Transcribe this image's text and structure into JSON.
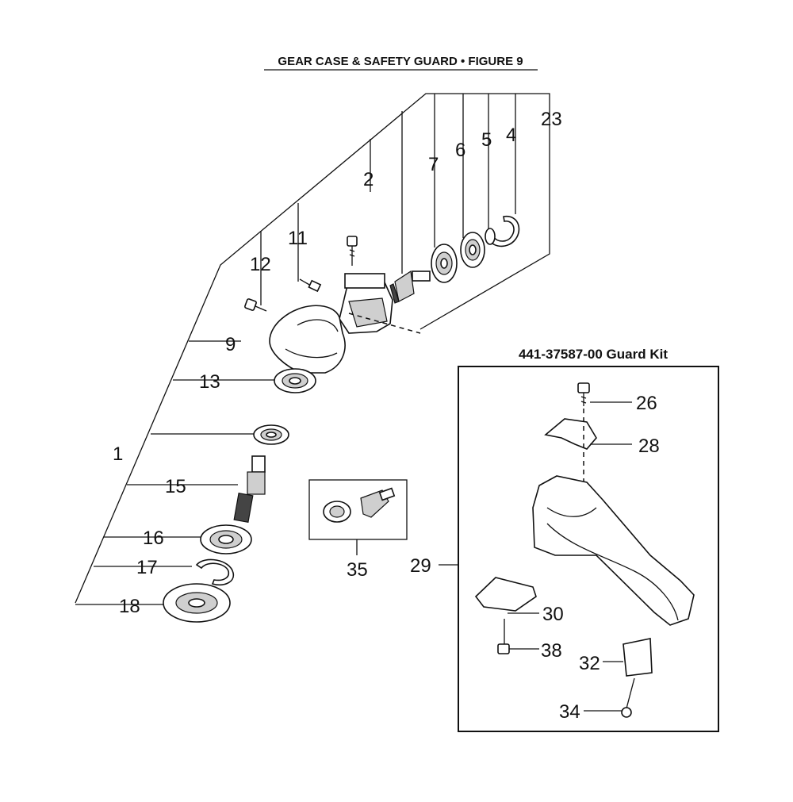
{
  "figure": {
    "title": "GEAR CASE & SAFETY GUARD • FIGURE 9",
    "kit_title": "441-37587-00  Guard Kit"
  },
  "callouts": {
    "p1": "1",
    "p2": "2",
    "p4": "4",
    "p5": "5",
    "p6": "6",
    "p7": "7",
    "p9": "9",
    "p11": "11",
    "p12": "12",
    "p13": "13",
    "p15": "15",
    "p16": "16",
    "p17": "17",
    "p18": "18",
    "p23": "23",
    "p26": "26",
    "p28": "28",
    "p29": "29",
    "p30": "30",
    "p32": "32",
    "p34": "34",
    "p35": "35",
    "p38": "38"
  },
  "colors": {
    "ink": "#111111",
    "background": "#ffffff",
    "shading": "#cfcfcf"
  }
}
